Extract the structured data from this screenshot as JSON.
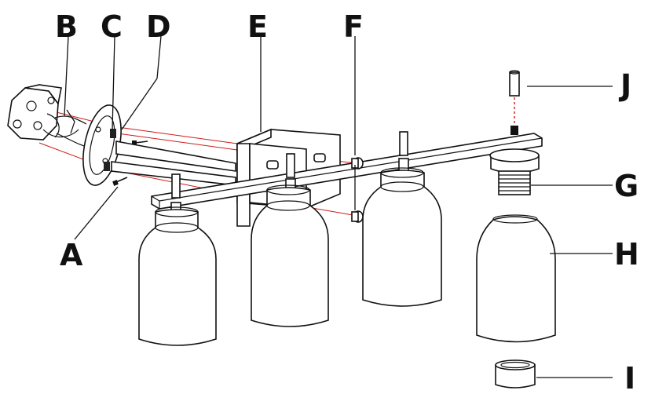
{
  "labels": {
    "A": "A",
    "B": "B",
    "C": "C",
    "D": "D",
    "E": "E",
    "F": "F",
    "G": "G",
    "H": "H",
    "I": "I",
    "J": "J"
  },
  "colors": {
    "line": "#111111",
    "wire_guide": "#d11a1a",
    "background": "#ffffff"
  }
}
